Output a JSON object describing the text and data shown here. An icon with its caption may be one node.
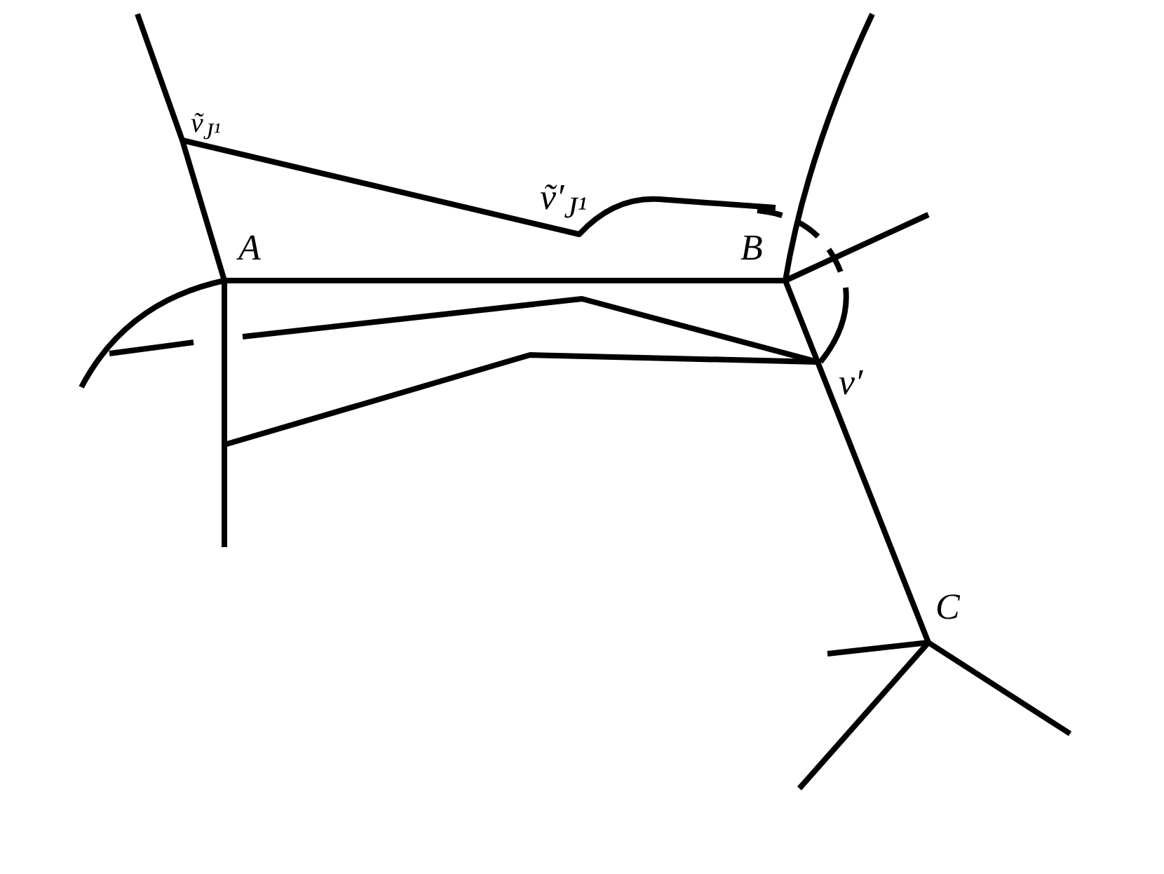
{
  "diagram": {
    "labels": [
      "ṽ$_{J¹}$",
      "ṽ′$_{J¹}$",
      "A",
      "B",
      "v′",
      "C"
    ]
  }
}
